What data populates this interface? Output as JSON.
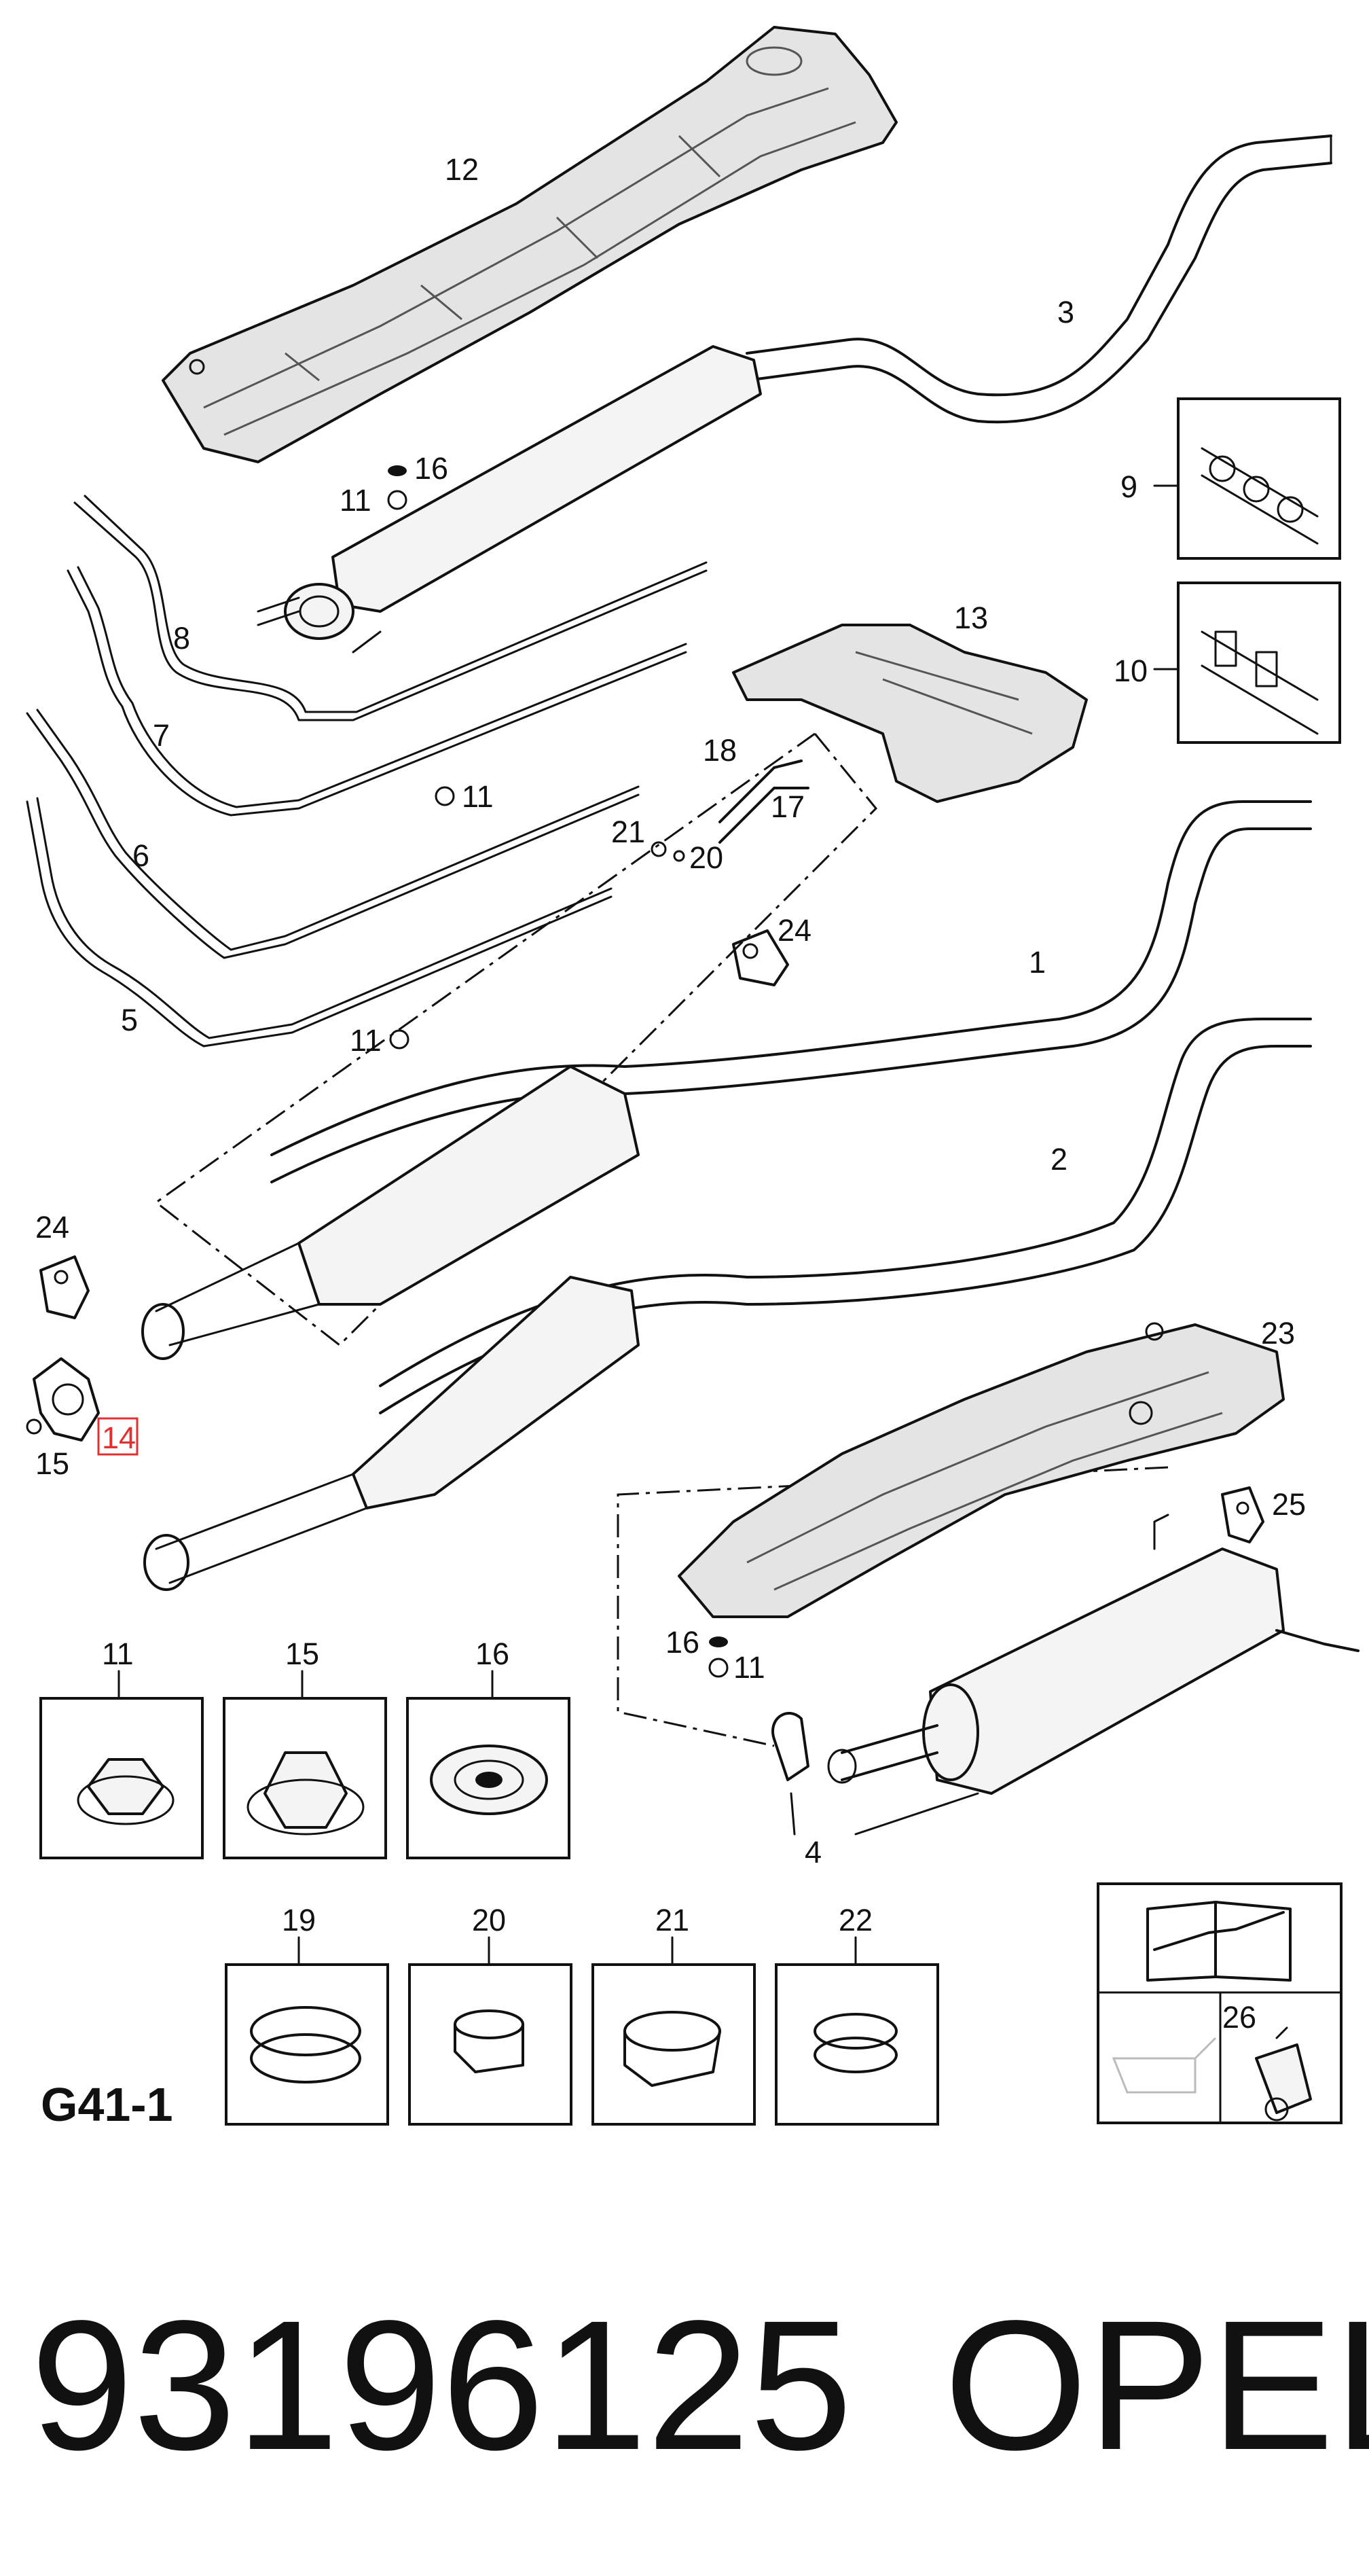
{
  "diagram_code": "G41-1",
  "part_number": "93196125",
  "brand": "OPEL",
  "highlight_color": "#e03030",
  "callouts": {
    "c1": "1",
    "c2": "2",
    "c3": "3",
    "c4": "4",
    "c5": "5",
    "c6": "6",
    "c7": "7",
    "c8": "8",
    "c9": "9",
    "c10": "10",
    "c11a": "11",
    "c11b": "11",
    "c11c": "11",
    "c11d": "11",
    "c12": "12",
    "c13": "13",
    "c14": "14",
    "c15": "15",
    "c16a": "16",
    "c16b": "16",
    "c17": "17",
    "c18": "18",
    "c20": "20",
    "c21": "21",
    "c23": "23",
    "c24a": "24",
    "c24b": "24",
    "c25": "25",
    "c26": "26"
  },
  "detail_boxes": {
    "b11": "11",
    "b15": "15",
    "b16": "16",
    "b19": "19",
    "b20": "20",
    "b21": "21",
    "b22": "22"
  },
  "icons": [
    "manual-wrench-icon",
    "sealant-tube-icon",
    "oil-can-icon"
  ]
}
